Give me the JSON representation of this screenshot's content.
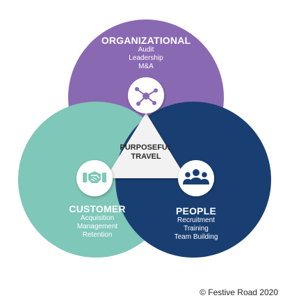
{
  "diagram": {
    "center": {
      "line1": "PURPOSEFUL",
      "line2": "TRAVEL"
    },
    "organizational": {
      "title": "ORGANIZATIONAL",
      "items": [
        "Audit",
        "Leadership",
        "M&A"
      ],
      "color": "#8a69b3",
      "icon": "network-nodes-icon"
    },
    "customer": {
      "title": "CUSTOMER",
      "items": [
        "Acquisition",
        "Management",
        "Retention"
      ],
      "color": "#7fc7b8",
      "icon": "handshake-icon"
    },
    "people": {
      "title": "PEOPLE",
      "items": [
        "Recruitment",
        "Training",
        "Team Building"
      ],
      "color": "#193f72",
      "icon": "team-people-icon"
    }
  },
  "copyright": "© Festive Road 2020"
}
